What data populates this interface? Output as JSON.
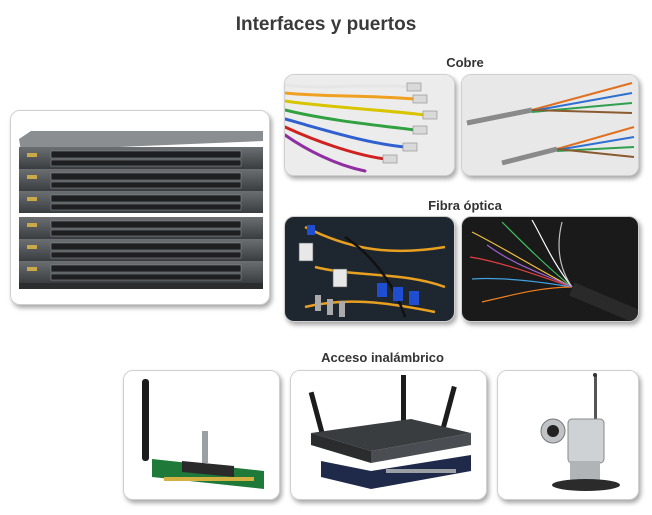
{
  "title": "Interfaces y puertos",
  "sections": {
    "copper": "Cobre",
    "fiber": "Fibra óptica",
    "wireless": "Acceso inalámbrico"
  },
  "images": {
    "switch_stack": "switch-stack-image",
    "patch_cables": "patch-cables-image",
    "twisted_pair": "twisted-pair-image",
    "fiber_connectors": "fiber-connectors-image",
    "fiber_strands": "fiber-strands-image",
    "wireless_card": "wireless-card-image",
    "wireless_router": "wireless-router-image",
    "wireless_camera": "wireless-camera-image"
  },
  "colors": {
    "title_text": "#3a3a3a",
    "fiber_background": "#1a1a1a",
    "fiber_connector_blue": "#1f4fd0",
    "patch_cable_colors": [
      "#e6e6e6",
      "#f0a020",
      "#d8c400",
      "#30a040",
      "#3060d0",
      "#d02020",
      "#9030a0"
    ]
  }
}
